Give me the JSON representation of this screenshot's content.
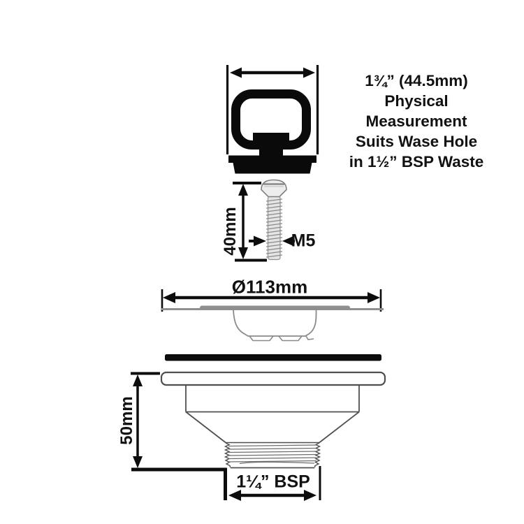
{
  "annotation": {
    "lines": [
      "1¾” (44.5mm)",
      "Physical Measurement",
      "Suits Wase Hole",
      "in 1½” BSP Waste"
    ]
  },
  "dimensions": {
    "screw_length": "40mm",
    "screw_thread": "M5",
    "flange_diameter": "Ø113mm",
    "body_height": "50mm",
    "outlet_thread": "1¼” BSP"
  },
  "colors": {
    "ink": "#111111",
    "silhouette_black": "#0a0a0a",
    "gasket_black": "#0d0d0d",
    "part_gray": "#8f8f8f",
    "outline_gray": "#4f4f4f",
    "screw_fill": "#e4e4e4"
  }
}
